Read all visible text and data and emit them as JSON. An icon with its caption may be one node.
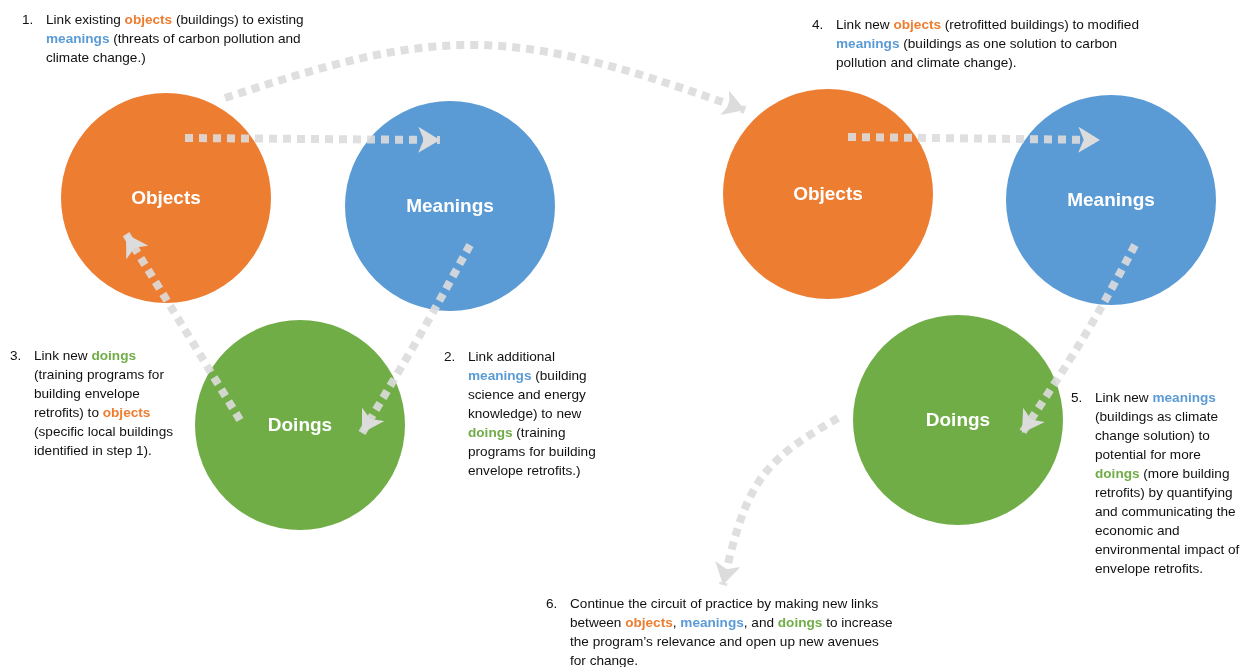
{
  "diagram": {
    "nodes": [
      {
        "text": [
          "Objects"
        ]
      },
      {
        "text": [
          "Meanings"
        ]
      },
      {
        "text": [
          "Doings"
        ]
      },
      {
        "text": [
          "Objects"
        ]
      },
      {
        "text": [
          "Meanings"
        ]
      },
      {
        "text": [
          "Doings"
        ]
      },
      {
        "text": [
          "6. Continue the circuit of practice by making new links between **objects**, **meanings**, and **doings** to increase the program’s relevance and open up new avenues for change."
        ]
      }
    ],
    "edges": [
      {
        "from": 0,
        "to": 1,
        "arrow": "to",
        "style": "dashed"
      },
      {
        "from": 1,
        "to": 2,
        "arrow": "to",
        "style": "dashed"
      },
      {
        "from": 2,
        "to": 0,
        "arrow": "to",
        "style": "dashed"
      },
      {
        "from": 0,
        "to": 3,
        "arrow": "to",
        "style": "dashed"
      },
      {
        "from": 3,
        "to": 4,
        "arrow": "to",
        "style": "dashed"
      },
      {
        "from": 4,
        "to": 5,
        "arrow": "to",
        "style": "dashed"
      },
      {
        "from": 5,
        "to": 6,
        "arrow": "to",
        "style": "dashed"
      }
    ],
    "labels": [
      "1. Link existing **objects** (buildings) to existing **meanings** (threats of carbon pollution and climate change.)",
      "4. Link new **objects** (retrofitted buildings) to modified **meanings** (buildings as one solution to carbon pollution and climate change).",
      "3. Link new **doings** (training programs for building envelope retrofits) to **objects** (specific local buildings identified in step 1).",
      "2. Link additional **meanings** (building science and energy knowledge) to new **doings** (training programs for building envelope retrofits.)",
      "5. Link new **meanings** (buildings as climate change solution) to potential for more **doings** (more building retrofits) by quantifying and communicating the economic and environmental impact of envelope retrofits."
    ]
  }
}
